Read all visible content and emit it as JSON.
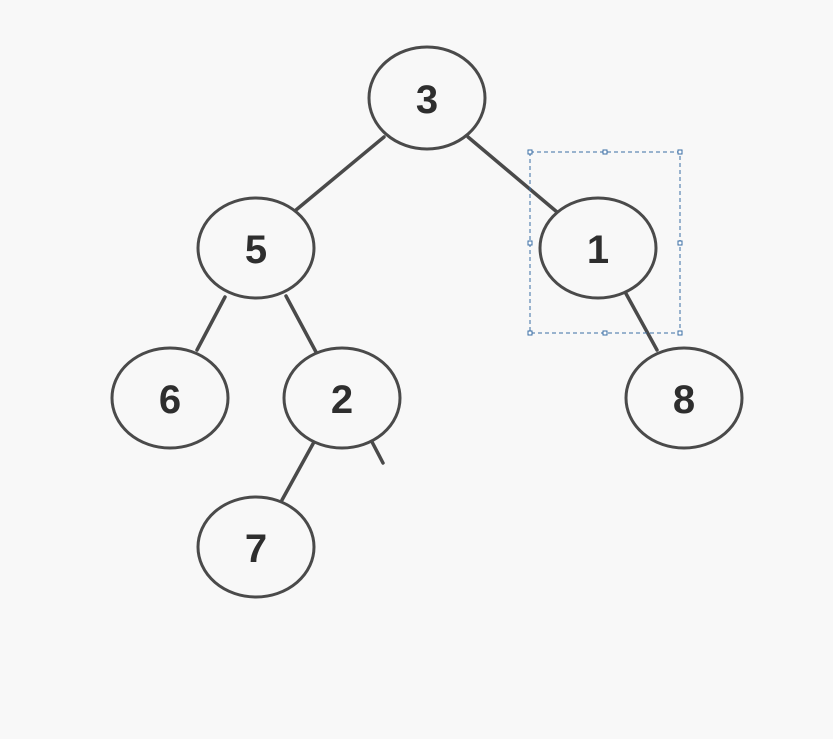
{
  "tree": {
    "nodes": [
      {
        "id": "n3",
        "label": "3"
      },
      {
        "id": "n5",
        "label": "5"
      },
      {
        "id": "n1",
        "label": "1"
      },
      {
        "id": "n6",
        "label": "6"
      },
      {
        "id": "n2",
        "label": "2"
      },
      {
        "id": "n8",
        "label": "8"
      },
      {
        "id": "n7",
        "label": "7"
      }
    ],
    "edges": [
      {
        "from": "n3",
        "to": "n5"
      },
      {
        "from": "n3",
        "to": "n1"
      },
      {
        "from": "n5",
        "to": "n6"
      },
      {
        "from": "n5",
        "to": "n2"
      },
      {
        "from": "n2",
        "to": "n7"
      },
      {
        "from": "n1",
        "to": "n8"
      }
    ]
  },
  "colors": {
    "stroke": "#4a4a4a",
    "text": "#2e2e2e",
    "selection": "#3a6ea5",
    "background": "#f8f8f8"
  }
}
